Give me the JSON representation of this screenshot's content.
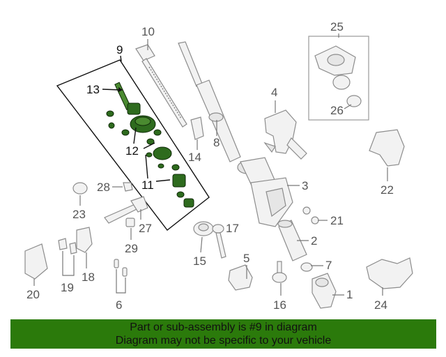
{
  "callouts": {
    "c1": "1",
    "c2": "2",
    "c3": "3",
    "c4": "4",
    "c5": "5",
    "c6": "6",
    "c7": "7",
    "c8": "8",
    "c9": "9",
    "c10": "10",
    "c11": "11",
    "c12": "12",
    "c13": "13",
    "c14": "14",
    "c15": "15",
    "c16": "16",
    "c17": "17",
    "c18": "18",
    "c19": "19",
    "c20": "20",
    "c21": "21",
    "c22": "22",
    "c23": "23",
    "c24": "24",
    "c25": "25",
    "c26": "26",
    "c27": "27",
    "c28": "28",
    "c29": "29"
  },
  "banner": {
    "line1": "Part or sub-assembly is #9 in diagram",
    "line2": "Diagram may not be specific to your vehicle",
    "color": "#2b7a0b"
  },
  "highlight_color": "#2e6b1e"
}
